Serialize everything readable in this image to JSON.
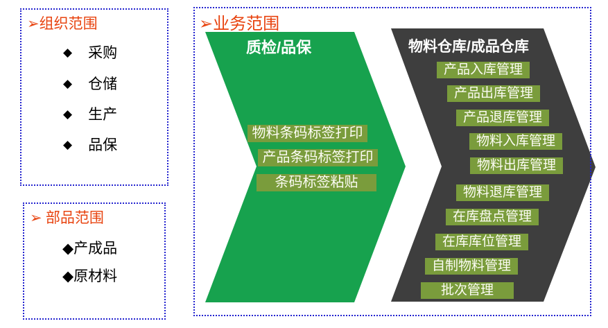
{
  "colors": {
    "border_blue": "#2222cf",
    "title_red": "#e8430f",
    "green_arrow": "#17a24e",
    "dark_arrow": "#3e3e3e",
    "label_olive": "#7a9c3c",
    "label_text": "#fcfcf4"
  },
  "org_box": {
    "title": "➢组织范围",
    "bullet": "◆",
    "items": [
      "采购",
      "仓储",
      "生产",
      "品保"
    ]
  },
  "parts_box": {
    "title": "➢ 部品范围",
    "items": [
      "◆产成品",
      "◆原材料"
    ]
  },
  "business_box": {
    "title": "➢业务范围",
    "green_arrow": {
      "header": "质检/品保",
      "items": [
        "物料条码标签打印",
        "产品条码标签打印",
        "条码标签粘贴"
      ]
    },
    "dark_arrow": {
      "header": "物料仓库/成品仓库",
      "items": [
        "产品入库管理",
        "产品出库管理",
        "产品退库管理",
        "物料入库管理",
        "物料出库管理",
        "物料退库管理",
        "在库盘点管理",
        "在库库位管理",
        "自制物料管理",
        "批次管理"
      ]
    }
  }
}
